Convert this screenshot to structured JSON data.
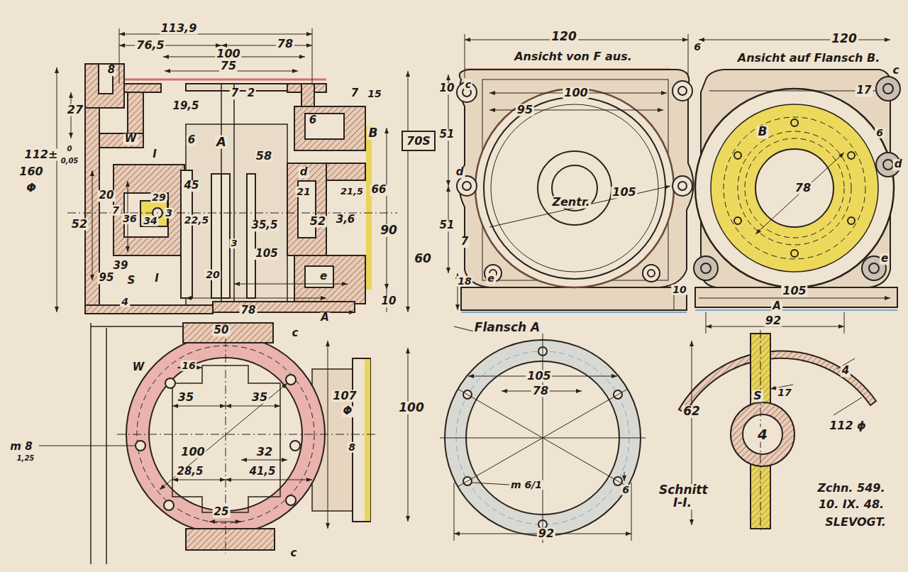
{
  "diagram": {
    "nodes": [
      {
        "text": [
          "70S"
        ]
      }
    ],
    "labels": [
      "113,9",
      "76,5",
      "78",
      "100",
      "8",
      "75",
      "27",
      "19,5",
      "7",
      "2",
      "7",
      "15",
      "W",
      "A",
      "6",
      "6",
      "B",
      "112±",
      "0",
      "0,05",
      "I",
      "58",
      "160",
      "Φ",
      "d",
      "45",
      "21",
      "21,5",
      "66",
      "20",
      "29",
      "7",
      "36",
      "34",
      "3",
      "22,5",
      "35,5",
      "52",
      "3,6",
      "52",
      "90",
      "3",
      "105",
      "60",
      "39",
      "95",
      "S",
      "I",
      "20",
      "e",
      "10",
      "4",
      "78",
      "A",
      "120",
      "Ansicht von F aus.",
      "6",
      "10",
      "c",
      "100",
      "95",
      "51",
      "d",
      "Zentr.",
      "105",
      "51",
      "7",
      "e",
      "18",
      "10",
      "120",
      "Ansicht auf Flansch B.",
      "c",
      "17",
      "B",
      "6",
      "d",
      "78",
      "e",
      "105",
      "A",
      "92",
      "50",
      "c",
      "W",
      "16",
      "35",
      "35",
      "107",
      "Φ",
      "100",
      "m 8",
      "1,25",
      "100",
      "32",
      "8",
      "28,5",
      "41,5",
      "25",
      "c",
      "Flansch A",
      "105",
      "78",
      "m 6/1",
      "6",
      "92",
      "S",
      "17",
      "4",
      "62",
      "112 ϕ",
      "4",
      "Schnitt I-I.",
      "Zchn. 549.",
      "10. IX. 48.",
      "SLEVOGT."
    ]
  }
}
